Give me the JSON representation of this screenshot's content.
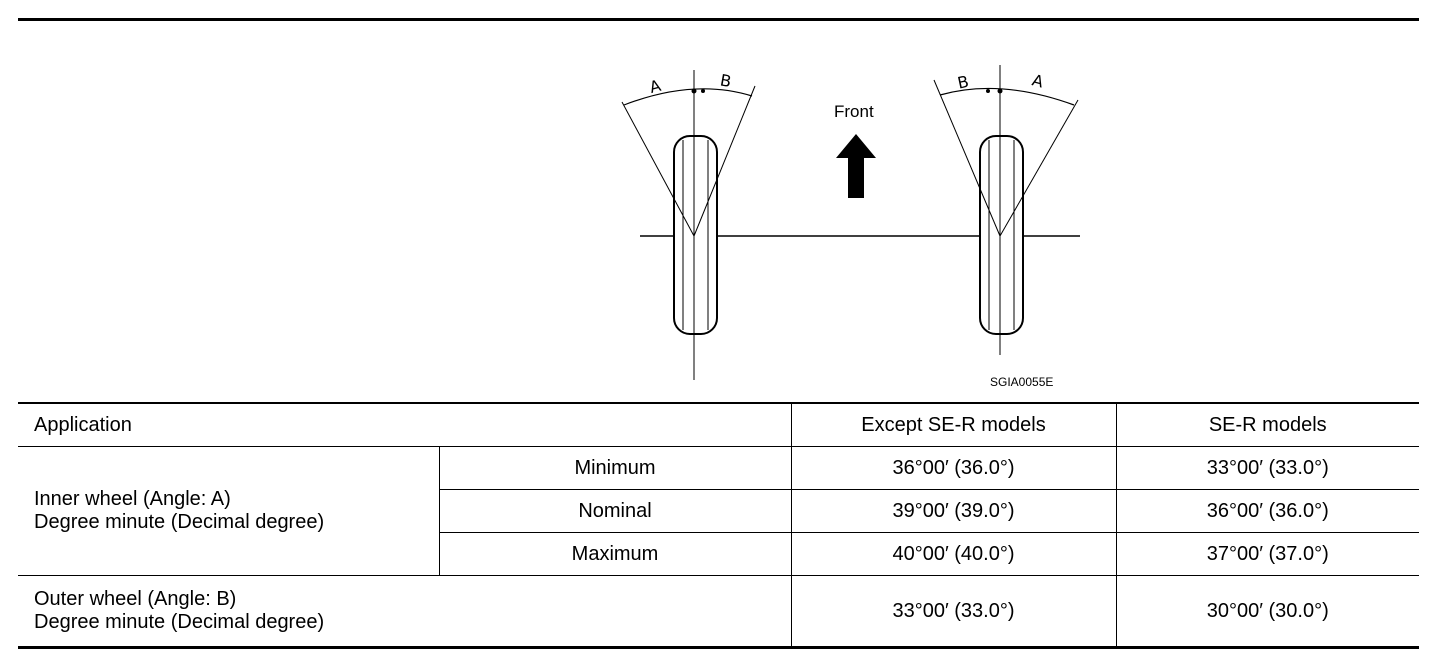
{
  "figure": {
    "code": "SGIA0055E",
    "front_label": "Front",
    "left_wheel": {
      "label_a": "A",
      "label_b": "B"
    },
    "right_wheel": {
      "label_a": "A",
      "label_b": "B"
    }
  },
  "table": {
    "headers": {
      "application": "Application",
      "except_ser": "Except SE-R models",
      "ser": "SE-R models"
    },
    "inner": {
      "title": "Inner wheel (Angle: A)",
      "subtitle": "Degree minute (Decimal degree)",
      "rows": [
        {
          "label": "Minimum",
          "except_ser": "36°00′ (36.0°)",
          "ser": "33°00′ (33.0°)"
        },
        {
          "label": "Nominal",
          "except_ser": "39°00′ (39.0°)",
          "ser": "36°00′ (36.0°)"
        },
        {
          "label": "Maximum",
          "except_ser": "40°00′ (40.0°)",
          "ser": "37°00′ (37.0°)"
        }
      ]
    },
    "outer": {
      "title": "Outer wheel (Angle: B)",
      "subtitle": "Degree minute (Decimal degree)",
      "except_ser": "33°00′ (33.0°)",
      "ser": "30°00′ (30.0°)"
    }
  }
}
